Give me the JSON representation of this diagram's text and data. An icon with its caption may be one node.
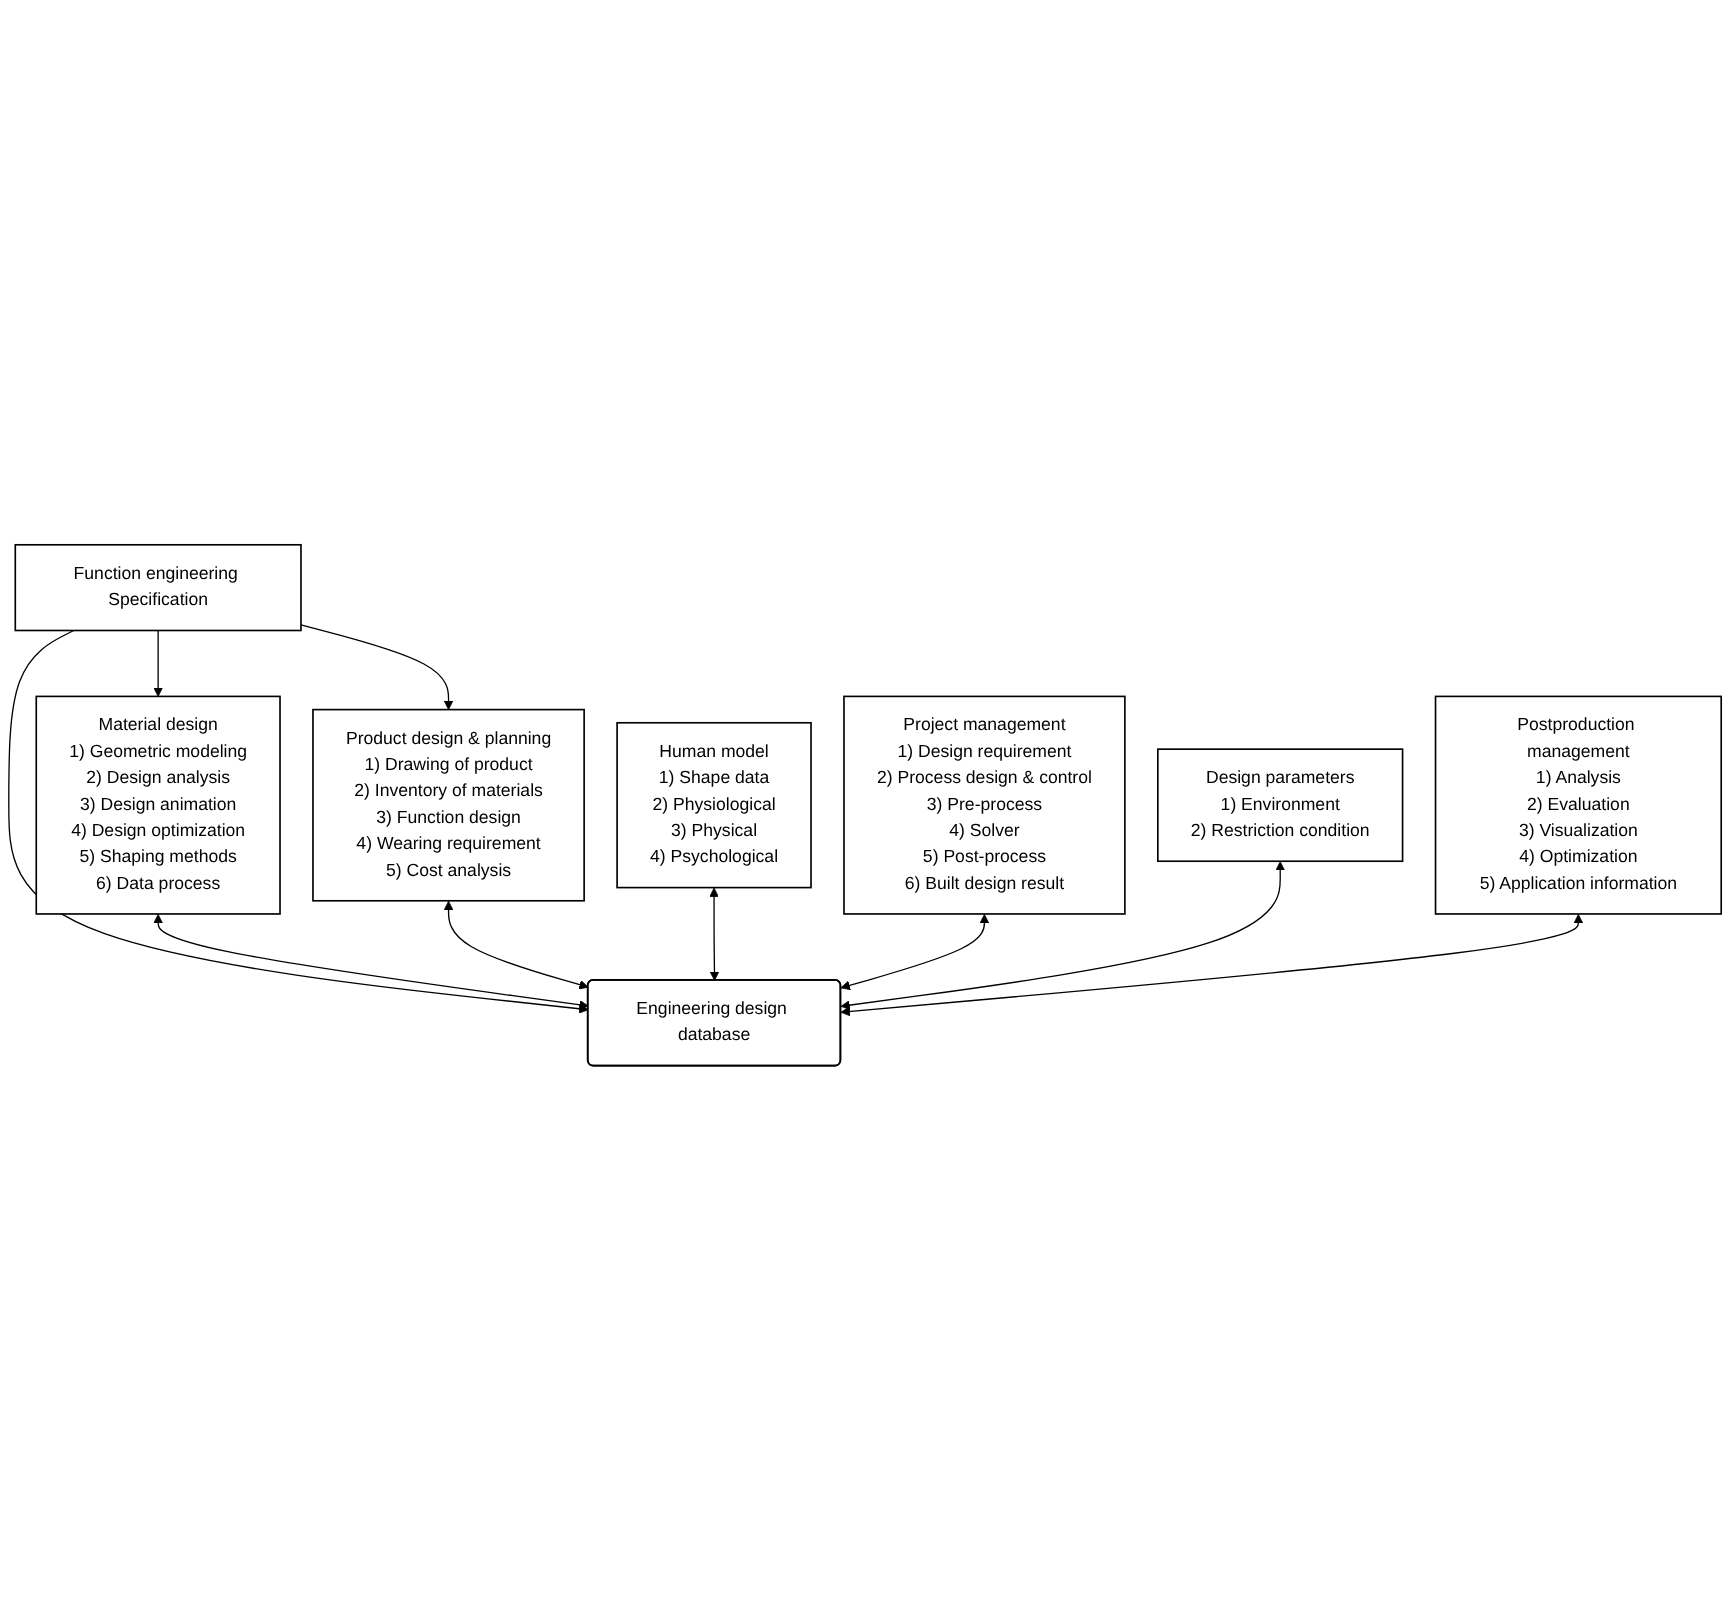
{
  "diagram": {
    "nodes": [
      {
        "text": [
          "Function engineering Specification"
        ]
      },
      {
        "text": [
          "Material design",
          "1) Geometric modeling",
          "2) Design analysis",
          "3) Design animation",
          "4) Design optimization",
          "5) Shaping methods",
          "6) Data process"
        ]
      },
      {
        "text": [
          "Product design & planning",
          "1) Drawing of product",
          "2) Inventory of materials",
          "3) Function design",
          "4) Wearing requirement",
          "5) Cost analysis"
        ]
      },
      {
        "text": [
          "Engineering design database"
        ]
      },
      {
        "text": [
          "Human model",
          "1) Shape data",
          "2) Physiological",
          "3) Physical",
          "4) Psychological"
        ]
      },
      {
        "text": [
          "Project management",
          "1) Design requirement",
          "2) Process design & control",
          "3) Pre-process",
          "4) Solver",
          "5) Post-process",
          "6) Built design result"
        ]
      },
      {
        "text": [
          "Design parameters",
          "1) Environment",
          "2) Restriction condition"
        ]
      },
      {
        "text": [
          "Postproduction management",
          "1) Analysis",
          "2) Evaluation",
          "3) Visualization",
          "4) Optimization",
          "5) Application information"
        ]
      }
    ],
    "edges": [
      {
        "from": 0,
        "to": 1,
        "arrow": "to"
      },
      {
        "from": 0,
        "to": 3,
        "arrow": "to"
      },
      {
        "from": 0,
        "to": 2,
        "arrow": "to"
      },
      {
        "from": 1,
        "to": 3,
        "arrow": "both"
      },
      {
        "from": 2,
        "to": 3,
        "arrow": "both"
      },
      {
        "from": 4,
        "to": 3,
        "arrow": "both"
      },
      {
        "from": 5,
        "to": 3,
        "arrow": "both"
      },
      {
        "from": 6,
        "to": 3,
        "arrow": "both"
      },
      {
        "from": 7,
        "to": 3,
        "arrow": "both"
      }
    ]
  }
}
